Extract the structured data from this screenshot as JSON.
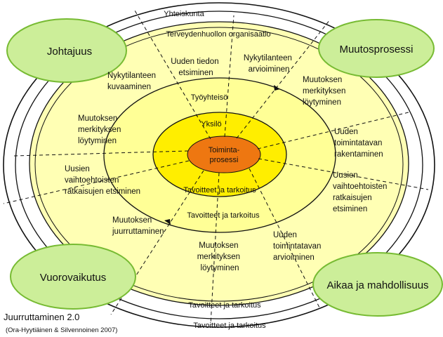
{
  "diagram": {
    "ring_labels": {
      "society": "Yhteiskunta",
      "organization": "Terveydenhuollon organisaatio",
      "work_community": "Työyhteisö",
      "individual": "Yksilö"
    },
    "core": {
      "line1": "Toiminta-",
      "line2": "prosessi"
    },
    "goals_labels": {
      "inner": "Tavoitteet ja tarkoitus",
      "middle": "Tavoitteet ja tarkoitus",
      "organization": "Tavoitteet ja tarkoitus",
      "society": "Tavoitteet ja tarkoitus"
    },
    "outer_segments": {
      "new_info": [
        "Uuden tiedon",
        "etsiminen"
      ],
      "current_assess": [
        "Nykytilanteen",
        "arvioiminen"
      ],
      "change_meaning_ne": [
        "Muutoksen",
        "merkityksen",
        "löytyminen"
      ],
      "new_practice_build": [
        "Uuden",
        "toimintatavan",
        "rakentaminen"
      ],
      "alt_solutions_e": [
        "Uusien",
        "vaihtoehtoisten",
        "ratkaisujen",
        "etsiminen"
      ],
      "new_practice_assess": [
        "Uuden",
        "toimintatavan",
        "arvioiminen"
      ],
      "change_meaning_s": [
        "Muutoksen",
        "merkityksen",
        "löytyminen"
      ],
      "change_rooting": [
        "Muutoksen",
        "juurruttaminen"
      ],
      "alt_solutions_w": [
        "Uusien",
        "vaihtoehtoisten",
        "ratkaisujen etsiminen"
      ],
      "change_meaning_w": [
        "Muutoksen",
        "merkityksen",
        "löytyminen"
      ],
      "current_describe": [
        "Nykytilanteen",
        "kuvaaminen"
      ]
    },
    "corners": {
      "leadership": "Johtajuus",
      "change_process": "Muutosprosessi",
      "interaction": "Vuorovaikutus",
      "time_meaning": "Aikaa ja mahdollisuus"
    },
    "caption": {
      "title": "Juurruttaminen 2.0",
      "source": "(Ora-Hyytiäinen & Silvennoinen 2007)"
    }
  },
  "colors": {
    "outer_ring": "#ffffff",
    "organization_ring": "#ffffb4",
    "work_ring": "#ffff96",
    "individual_ring": "#ffee00",
    "core": "#ee7711",
    "corner_fill": "#ccee99",
    "corner_stroke": "#77bb33",
    "line": "#111111"
  }
}
